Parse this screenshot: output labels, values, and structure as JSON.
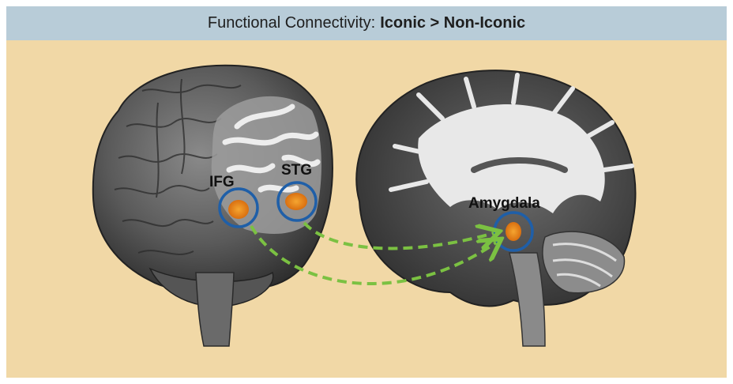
{
  "title": {
    "prefix": "Functional Connectivity:",
    "contrast": "Iconic > Non-Iconic"
  },
  "regions": {
    "ifg": "IFG",
    "stg": "STG",
    "amygdala": "Amygdala"
  },
  "colors": {
    "background": "#f1d8a6",
    "title_bar": "#b8ccd8",
    "circle": "#1f5fa8",
    "arrow": "#7bc142",
    "activation": "#e8861a"
  }
}
